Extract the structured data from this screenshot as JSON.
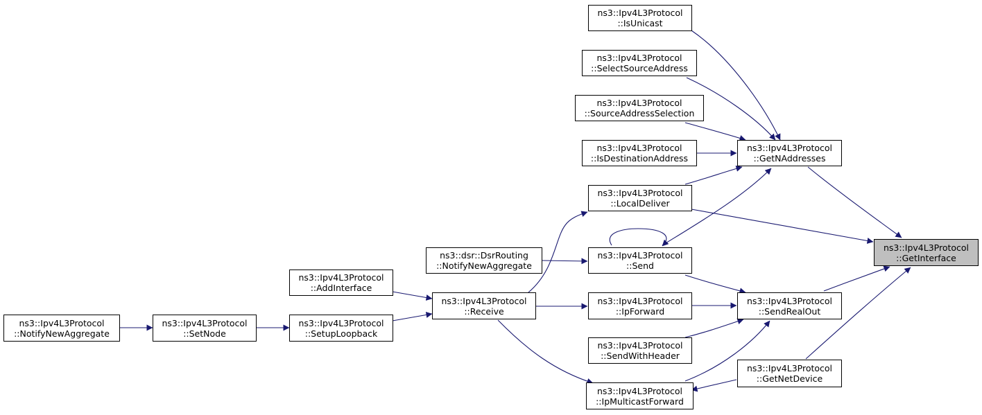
{
  "graph": {
    "edge_color": "#191970",
    "nodes": [
      {
        "id": "isunicast",
        "line1": "ns3::Ipv4L3Protocol",
        "line2": "::IsUnicast"
      },
      {
        "id": "selectsource",
        "line1": "ns3::Ipv4L3Protocol",
        "line2": "::SelectSourceAddress"
      },
      {
        "id": "sourcesel",
        "line1": "ns3::Ipv4L3Protocol",
        "line2": "::SourceAddressSelection"
      },
      {
        "id": "isdest",
        "line1": "ns3::Ipv4L3Protocol",
        "line2": "::IsDestinationAddress"
      },
      {
        "id": "getnaddr",
        "line1": "ns3::Ipv4L3Protocol",
        "line2": "::GetNAddresses"
      },
      {
        "id": "localdeliver",
        "line1": "ns3::Ipv4L3Protocol",
        "line2": "::LocalDeliver"
      },
      {
        "id": "getinterface",
        "line1": "ns3::Ipv4L3Protocol",
        "line2": "::GetInterface",
        "highlight": true
      },
      {
        "id": "dsrnotify",
        "line1": "ns3::dsr::DsrRouting",
        "line2": "::NotifyNewAggregate"
      },
      {
        "id": "send",
        "line1": "ns3::Ipv4L3Protocol",
        "line2": "::Send"
      },
      {
        "id": "addinterface",
        "line1": "ns3::Ipv4L3Protocol",
        "line2": "::AddInterface"
      },
      {
        "id": "receive",
        "line1": "ns3::Ipv4L3Protocol",
        "line2": "::Receive"
      },
      {
        "id": "ipforward",
        "line1": "ns3::Ipv4L3Protocol",
        "line2": "::IpForward"
      },
      {
        "id": "sendrealout",
        "line1": "ns3::Ipv4L3Protocol",
        "line2": "::SendRealOut"
      },
      {
        "id": "notifyagg",
        "line1": "ns3::Ipv4L3Protocol",
        "line2": "::NotifyNewAggregate"
      },
      {
        "id": "setnode",
        "line1": "ns3::Ipv4L3Protocol",
        "line2": "::SetNode"
      },
      {
        "id": "setuploopback",
        "line1": "ns3::Ipv4L3Protocol",
        "line2": "::SetupLoopback"
      },
      {
        "id": "sendwithheader",
        "line1": "ns3::Ipv4L3Protocol",
        "line2": "::SendWithHeader"
      },
      {
        "id": "getnetdevice",
        "line1": "ns3::Ipv4L3Protocol",
        "line2": "::GetNetDevice"
      },
      {
        "id": "ipmcast",
        "line1": "ns3::Ipv4L3Protocol",
        "line2": "::IpMulticastForward"
      }
    ]
  }
}
